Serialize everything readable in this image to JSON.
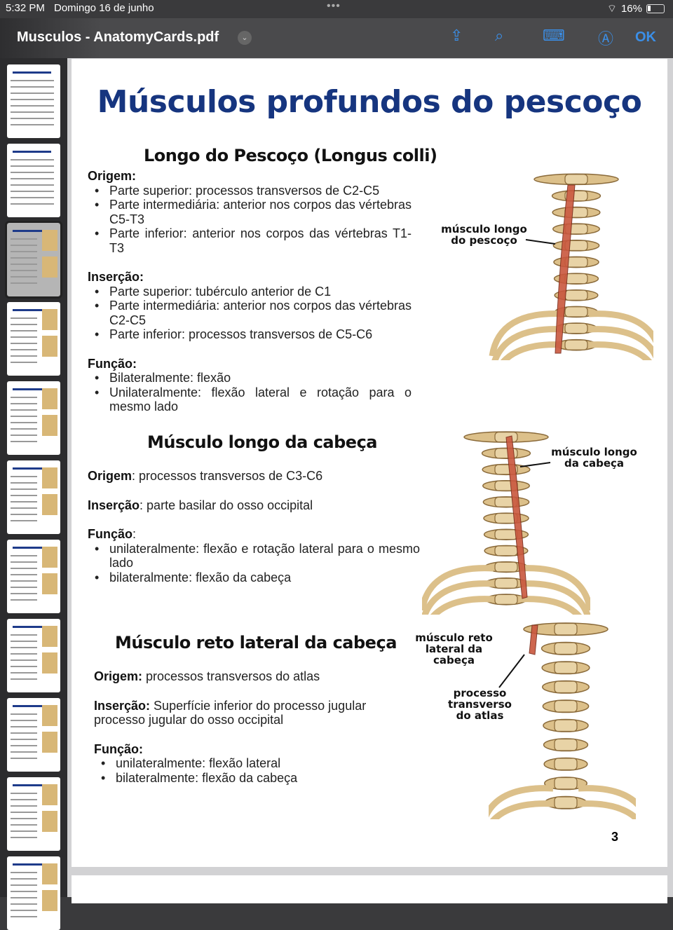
{
  "status": {
    "time": "5:32 PM",
    "date": "Domingo 16 de junho",
    "battery": "16%"
  },
  "toolbar": {
    "title": "Musculos - AnatomyCards.pdf",
    "ok": "OK"
  },
  "sidebar": {
    "page_count_visible": 11,
    "selected_page": 3
  },
  "page": {
    "title": "Músculos profundos do pescoço",
    "page_number": "3",
    "s1": {
      "heading": "Longo do Pescoço (Longus colli)",
      "origem": "Origem:",
      "origem_items": [
        "Parte superior: processos transversos de C2-C5",
        "Parte intermediária: anterior nos corpos das vértebras C5-T3",
        "Parte inferior: anterior nos corpos das vértebras T1-T3"
      ],
      "insercao": "Inserção:",
      "insercao_items": [
        "Parte superior: tubérculo anterior de C1",
        "Parte intermediária: anterior nos corpos das vértebras C2-C5",
        "Parte inferior: processos transversos de C5-C6"
      ],
      "funcao": "Função:",
      "funcao_items": [
        "Bilateralmente: flexão",
        "Unilateralmente: flexão lateral e rotação para o mesmo lado"
      ],
      "image_label": "músculo longo do pescoço"
    },
    "s2": {
      "heading": "Músculo longo da cabeça",
      "origem": "Origem",
      "origem_text": ": processos transversos de C3-C6",
      "insercao": "Inserção",
      "insercao_text": ": parte basilar do osso occipital",
      "funcao": "Função",
      "funcao_items": [
        "unilateralmente: flexão e rotação lateral para o mesmo lado",
        "bilateralmente: flexão da cabeça"
      ],
      "image_label": "músculo longo da cabeça"
    },
    "s3": {
      "heading": "Músculo reto lateral da cabeça",
      "origem": "Origem:",
      "origem_text": " processos transversos do atlas",
      "insercao": "Inserção:",
      "insercao_text": " Superfície inferior do processo jugular processo jugular do osso occipital",
      "funcao": "Função:",
      "funcao_items": [
        "unilateralmente: flexão lateral",
        "bilateralmente: flexão da cabeça"
      ],
      "image_label_1": "músculo reto lateral da cabeça",
      "image_label_2": "processo transverso do atlas"
    }
  },
  "colors": {
    "accent": "#3b8fe8",
    "title": "#16357f",
    "bone": "#dcc08a",
    "muscle": "#c9573e"
  }
}
